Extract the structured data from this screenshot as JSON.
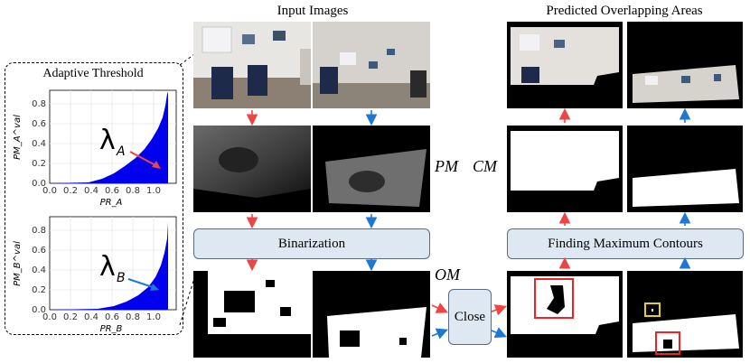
{
  "headings": {
    "input_images": "Input Images",
    "predicted_overlapping_areas": "Predicted Overlapping Areas"
  },
  "adaptive_threshold": {
    "title": "Adaptive Threshold",
    "plot_a": {
      "xlabel": "PR_A",
      "ylabel": "PM_A^val",
      "annotation": "λA",
      "annotation_letter": "λ",
      "annotation_subscript": "A",
      "xticks": [
        "0.0",
        "0.2",
        "0.4",
        "0.6",
        "0.8",
        "1.0"
      ],
      "yticks": [
        "0.0",
        "0.2",
        "0.4",
        "0.6",
        "0.8"
      ],
      "arrow_color": "#ee4444"
    },
    "plot_b": {
      "xlabel": "PR_B",
      "ylabel": "PM_B^val",
      "annotation": "λB",
      "annotation_letter": "λ",
      "annotation_subscript": "B",
      "xticks": [
        "0.0",
        "0.2",
        "0.4",
        "0.6",
        "0.8",
        "1.0"
      ],
      "yticks": [
        "0.0",
        "0.2",
        "0.4",
        "0.6",
        "0.8"
      ],
      "arrow_color": "#1f77d4"
    }
  },
  "stage_labels": {
    "pm": "PM",
    "cm": "CM",
    "om": "OM"
  },
  "boxes": {
    "binarization": "Binarization",
    "close": "Close",
    "finding_maximum_contours": "Finding Maximum Contours"
  },
  "colors": {
    "red_arrow": "#ee4444",
    "blue_arrow": "#1f77d4",
    "box_fill": "#dde8f3",
    "plot_fill": "#0000ee",
    "highlight_red": "#ee2222",
    "highlight_yellow": "#e6d21a"
  }
}
